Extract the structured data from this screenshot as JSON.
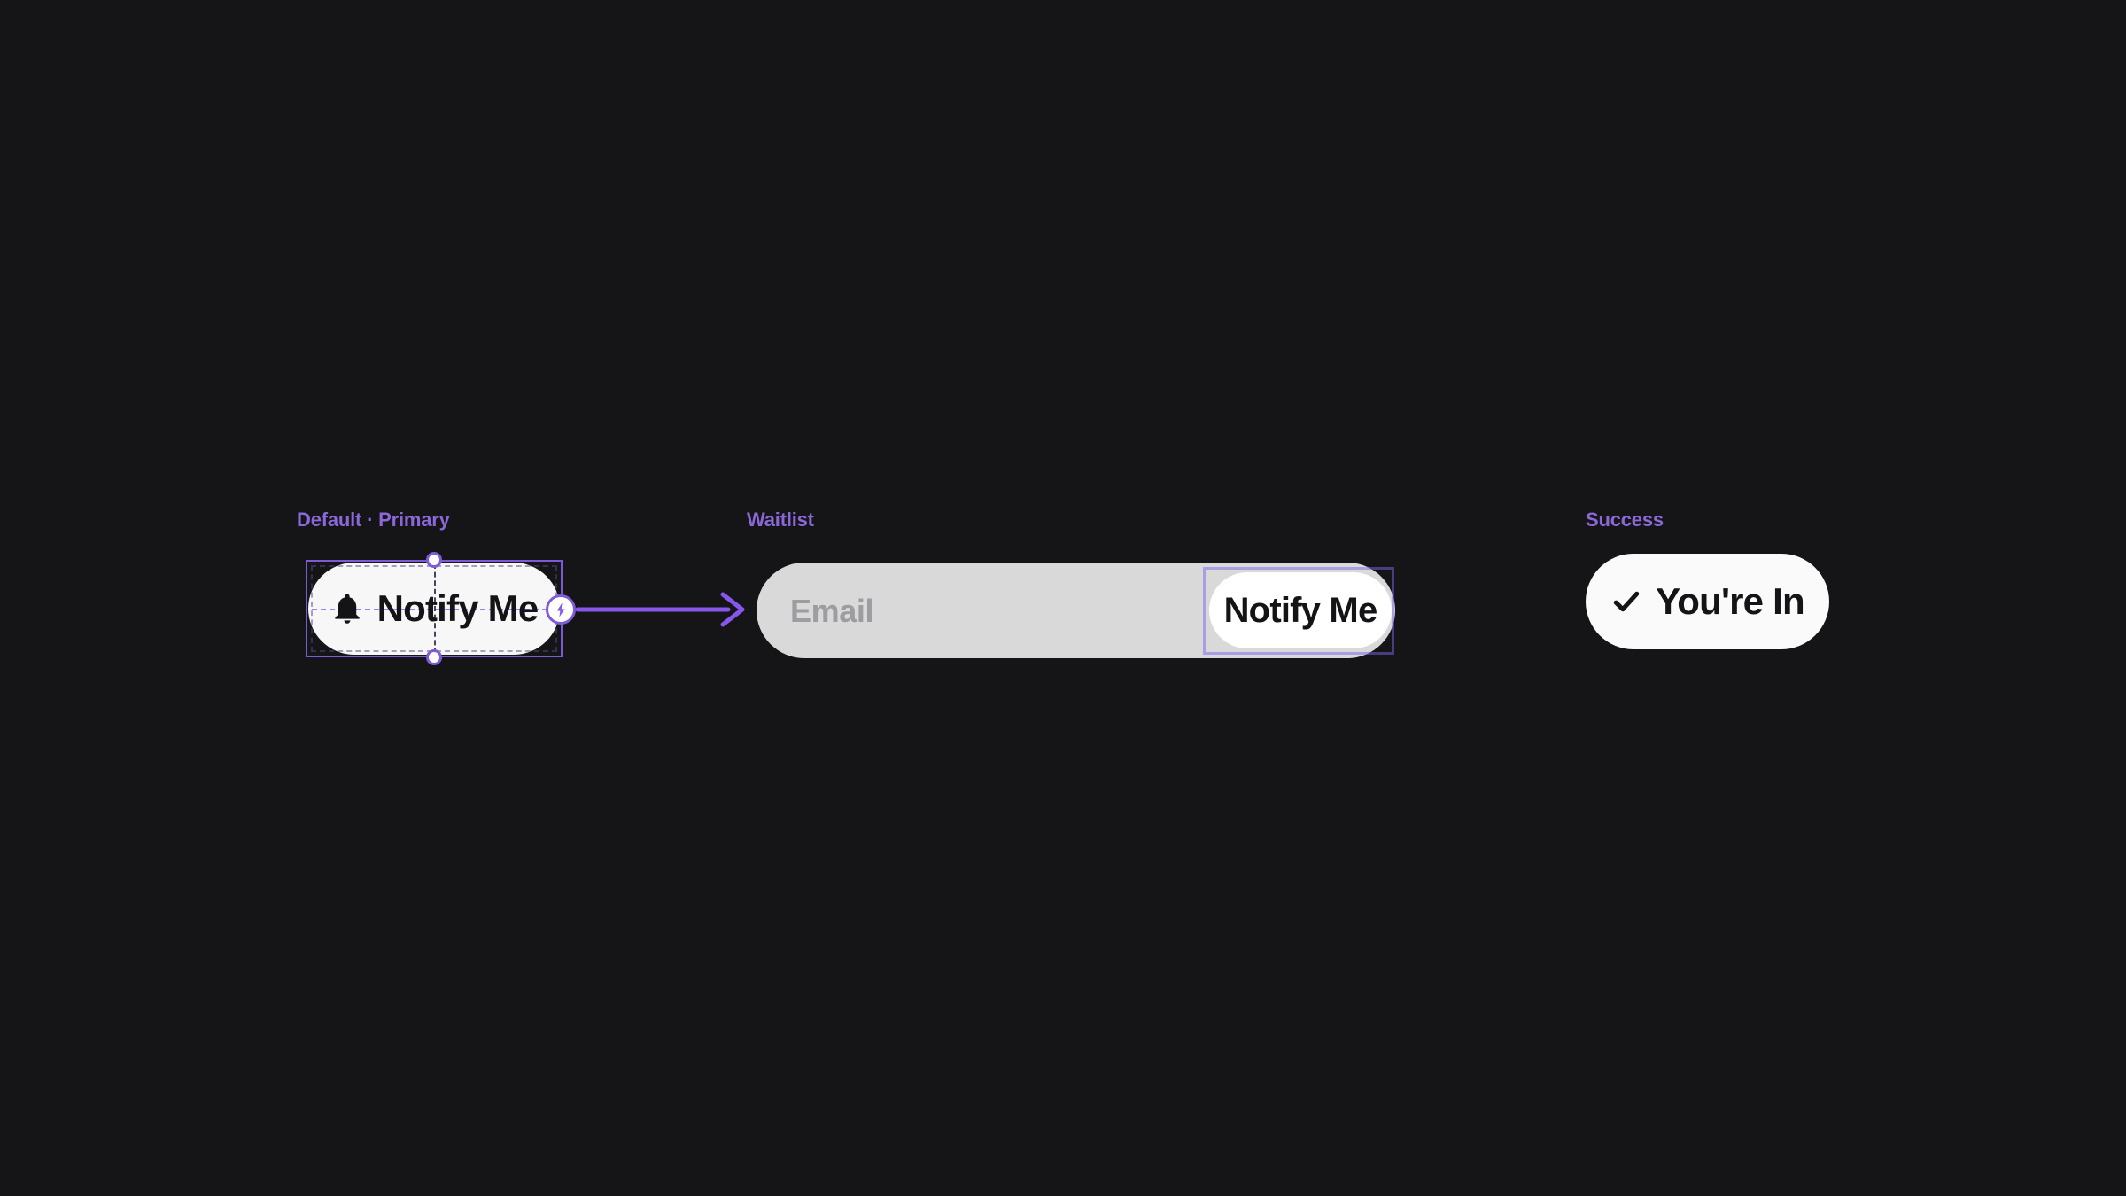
{
  "canvas": {
    "background": "#151517"
  },
  "colors": {
    "accent_purple": "#8757ec",
    "selection_purple": "#7b5ad6",
    "label_purple": "#8a68d8",
    "pill_white": "#f7f7f8",
    "input_gray": "#d9d9da",
    "placeholder_gray": "#9d9da1",
    "text_black": "#141417"
  },
  "variants": {
    "default_primary": {
      "label": "Default · Primary",
      "button_text": "Notify Me",
      "icon": "bell-icon"
    },
    "waitlist": {
      "label": "Waitlist",
      "email_placeholder": "Email",
      "button_text": "Notify Me"
    },
    "success": {
      "label": "Success",
      "button_text": "You're In",
      "icon": "check-icon"
    }
  }
}
